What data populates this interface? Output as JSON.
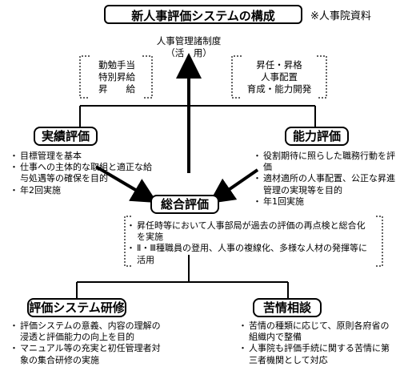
{
  "header": {
    "title": "新人事評価システムの構成",
    "source": "※人事院資料"
  },
  "usage": {
    "label_line1": "人事管理諸制度",
    "label_line2": "（活　用）",
    "left_items": [
      "勤勉手当",
      "特別昇給",
      "昇　　給"
    ],
    "right_items": [
      "昇任・昇格",
      "人事配置",
      "育成・能力開発"
    ]
  },
  "performance_eval": {
    "label": "実績評価",
    "bullets": [
      "目標管理を基本",
      "仕事への主体的な取組と適正な給与処遇等の確保を目的",
      "年2回実施"
    ]
  },
  "ability_eval": {
    "label": "能力評価",
    "bullets": [
      "役割期待に照らした職務行動を評価",
      "適材適所の人事配置、公正な昇進管理の実現等を目的",
      "年1回実施"
    ]
  },
  "overall_eval": {
    "label": "総合評価",
    "bullets": [
      "昇任時等において人事部局が過去の評価の再点検と総合化を実施",
      "Ⅱ・Ⅲ種職員の登用、人事の複線化、多様な人材の発揮等に活用"
    ]
  },
  "training": {
    "label": "評価システム研修",
    "bullets": [
      "評価システムの意義、内容の理解の浸透と評価能力の向上を目的",
      "マニュアル等の充実と初任管理者対象の集合研修の実施"
    ]
  },
  "complaint": {
    "label": "苦情相談",
    "bullets": [
      "苦情の種類に応じて、原則各府省の組織内で整備",
      "人事院も評価手続に関する苦情に第三者機関として対応"
    ]
  }
}
